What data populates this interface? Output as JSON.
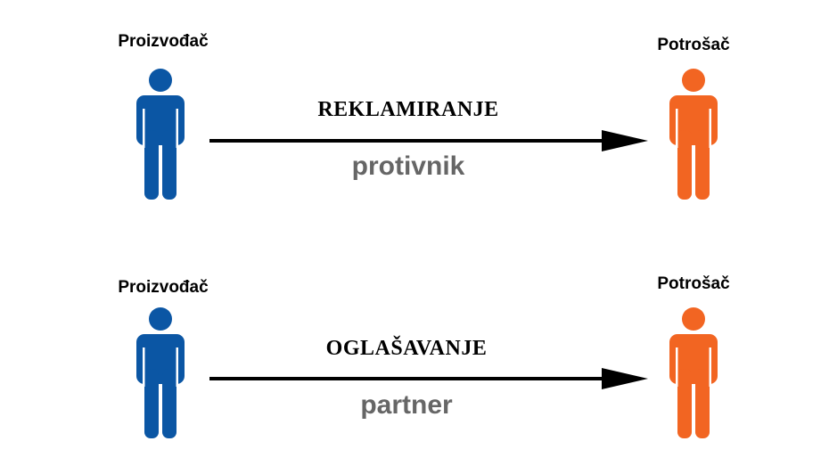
{
  "colors": {
    "producer": "#0b56a4",
    "consumer": "#f26522",
    "arrow": "#000000",
    "relation_text": "#666666"
  },
  "rows": [
    {
      "left_actor": "Proizvođač",
      "right_actor": "Potrošač",
      "action": "REKLAMIRANJE",
      "relation": "protivnik"
    },
    {
      "left_actor": "Proizvođač",
      "right_actor": "Potrošač",
      "action": "OGLAŠAVANJE",
      "relation": "partner"
    }
  ]
}
